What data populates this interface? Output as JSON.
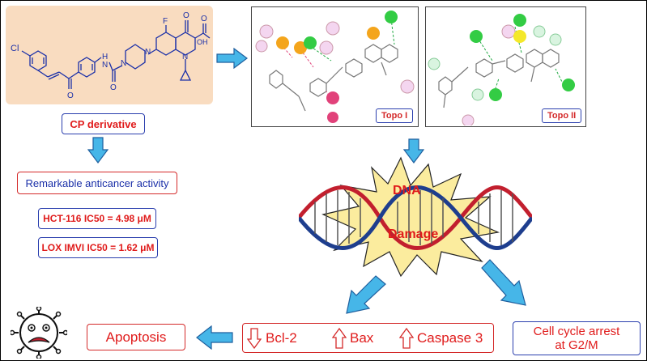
{
  "molecule": {
    "cl": "Cl",
    "f": "F",
    "o_top": "O",
    "oh": "OH",
    "nh": "H",
    "n1": "N",
    "n2": "N",
    "n3": "N",
    "n4": "N",
    "o_amide": "O",
    "o_chalcone": "O",
    "o_acid": "O"
  },
  "docking": {
    "topo1_label": "Topo I",
    "topo2_label": "Topo II"
  },
  "left_column": {
    "compound_label": "CP derivative",
    "activity_label": "Remarkable anticancer activity",
    "stat1": "HCT-116 IC50 = 4.98 μM",
    "stat2": "LOX IMVI IC50 = 1.62 μM"
  },
  "center": {
    "dna_text": "DNA",
    "damage_text": "Damage"
  },
  "bottom": {
    "apoptosis": "Apoptosis",
    "bcl2": "Bcl-2",
    "bax": "Bax",
    "caspase": "Caspase 3",
    "cell_cycle_line1": "Cell cycle arrest",
    "cell_cycle_line2": "at G2/M"
  },
  "colors": {
    "arrow_fill": "#46b6e8",
    "arrow_stroke": "#1f5f9e",
    "burst": "#fbec9e",
    "red": "#e01b1b",
    "blue": "#1a2fa8",
    "panel": "#f9dcc0"
  }
}
